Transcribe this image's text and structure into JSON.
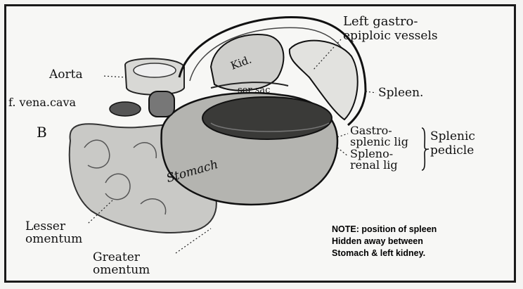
{
  "figure": {
    "panel_letter": "B",
    "labels": {
      "aorta": "Aorta",
      "vena_cava": "f. vena.cava",
      "left_gastro": "Left gastro-",
      "epiploic": "epiploic vessels",
      "spleen": "Spleen.",
      "gastro": "Gastro-",
      "splenic_lig": "splenic lig",
      "spleno": "Spleno-",
      "renal_lig": "renal lig",
      "splenic": "Splenic",
      "pedicle": "pedicle",
      "lesser": "Lesser",
      "omentum1": "omentum",
      "greater": "Greater",
      "omentum2": "omentum",
      "kidney": "Kid.",
      "lesser_sac": "ser sac",
      "stomach": "Stomach"
    },
    "note": {
      "line1": "NOTE: position of spleen",
      "line2": "Hidden away between",
      "line3": "Stomach & left kidney."
    }
  }
}
